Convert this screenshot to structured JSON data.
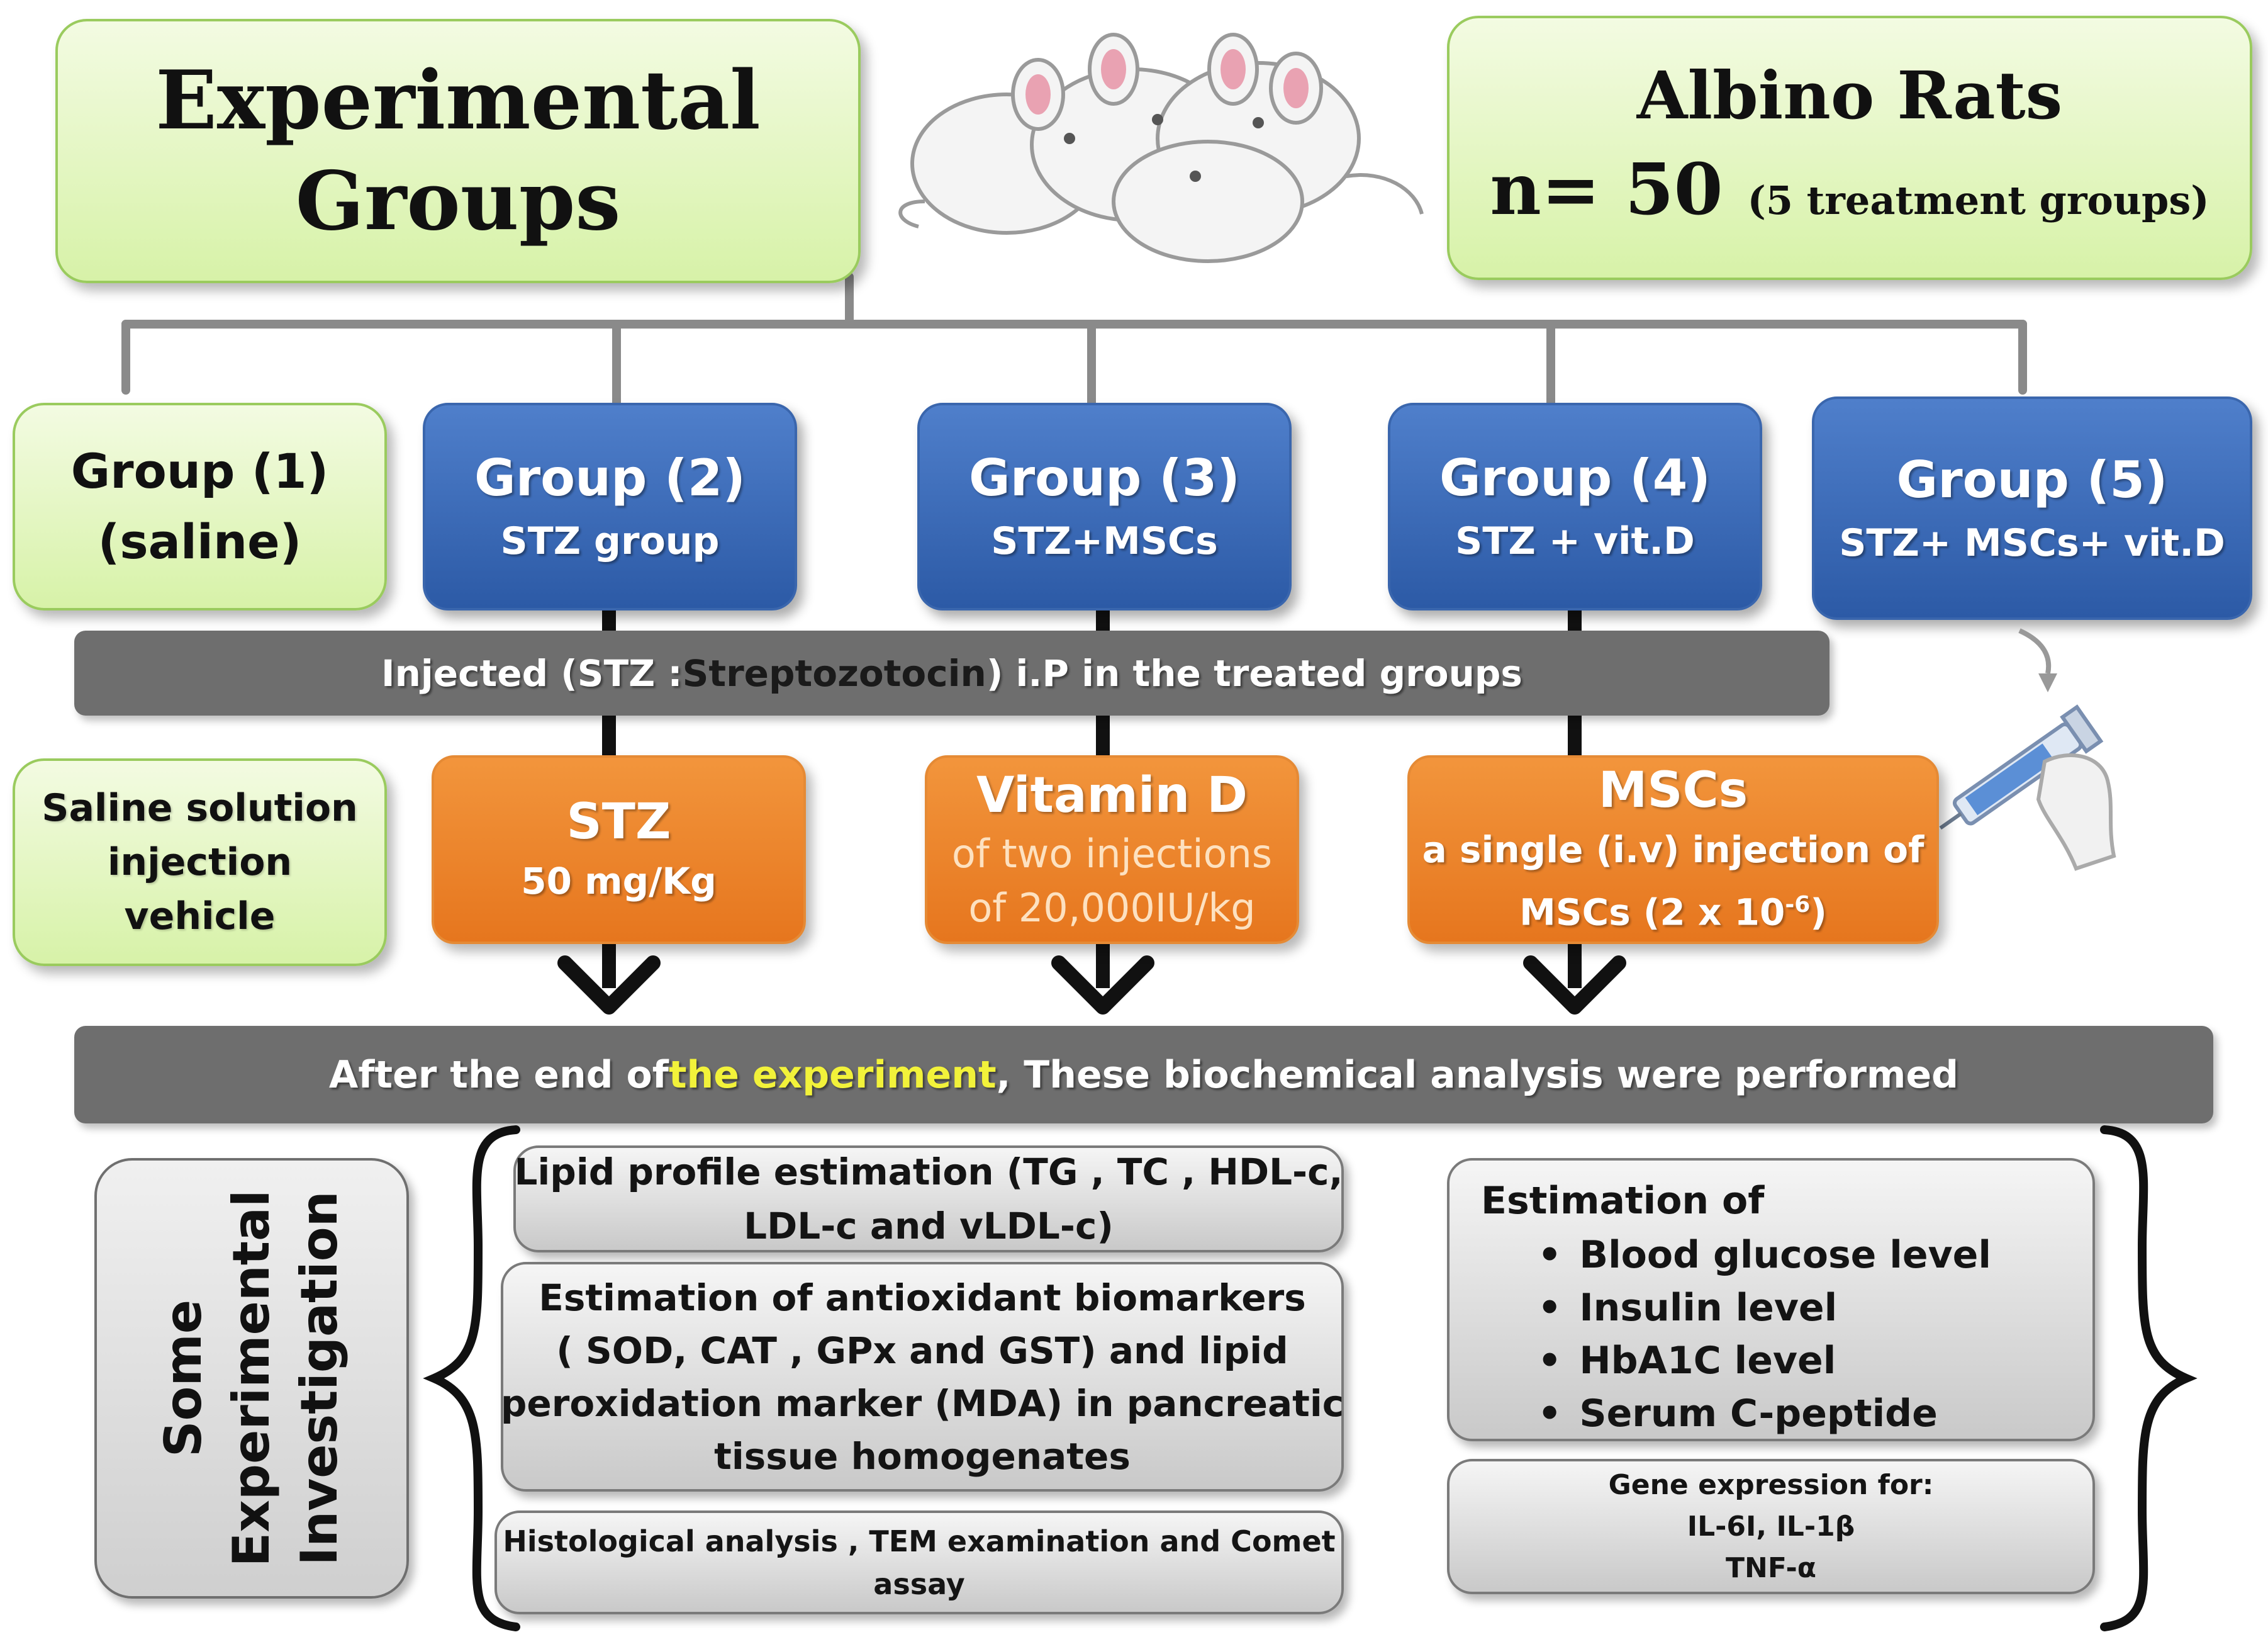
{
  "header": {
    "title_line1": "Experimental",
    "title_line2": "Groups",
    "rats_title": "Albino Rats",
    "rats_count": "n= 50",
    "rats_note": "(5 treatment groups)"
  },
  "groups": [
    {
      "label": "Group (1)",
      "sub": "(saline)"
    },
    {
      "label": "Group (2)",
      "sub": "STZ group"
    },
    {
      "label": "Group (3)",
      "sub": "STZ+MSCs"
    },
    {
      "label": "Group (4)",
      "sub": "STZ + vit.D"
    },
    {
      "label": "Group (5)",
      "sub": "STZ+ MSCs+ vit.D"
    }
  ],
  "injection_bar": {
    "prefix": "Injected  (STZ : ",
    "dark_word": "Streptozotocin",
    "suffix": ") i.P in  the treated groups"
  },
  "treatments": {
    "saline": {
      "l1": "Saline solution",
      "l2": "injection",
      "l3": "vehicle"
    },
    "stz": {
      "title": "STZ",
      "dose": "50 mg/Kg"
    },
    "vitd": {
      "title": "Vitamin D",
      "l1": "of two injections",
      "l2": "of 20,000IU/kg"
    },
    "mscs": {
      "title": "MSCs",
      "l1": "a single (i.v) injection of",
      "l2_base": "MSCs (2 x 10",
      "l2_sup": "-6",
      "l2_end": ")"
    }
  },
  "analysis_bar": {
    "prefix": "After the end of  ",
    "highlight": "the experiment",
    "suffix": " , These biochemical analysis were performed"
  },
  "investigation": {
    "line1": "Some",
    "line2": "Experimental",
    "line3": "Investigation"
  },
  "lipid": {
    "l1": "Lipid profile estimation (TG , TC , HDL-c,",
    "l2": "LDL-c and vLDL-c)"
  },
  "antioxidant": {
    "l1": "Estimation of antioxidant  biomarkers",
    "l2": "( SOD, CAT , GPx and GST) and lipid",
    "l3": "peroxidation marker (MDA) in pancreatic",
    "l4": "tissue homogenates"
  },
  "histology": {
    "l1": "Histological analysis , TEM examination and Comet",
    "l2": "assay"
  },
  "estimation": {
    "heading": "Estimation of",
    "items": [
      "Blood glucose level",
      "Insulin level",
      "HbA1C level",
      "Serum C-peptide"
    ]
  },
  "gene": {
    "l1": "Gene expression for:",
    "l2": "IL-6I, IL-1β",
    "l3": "TNF-α"
  }
}
